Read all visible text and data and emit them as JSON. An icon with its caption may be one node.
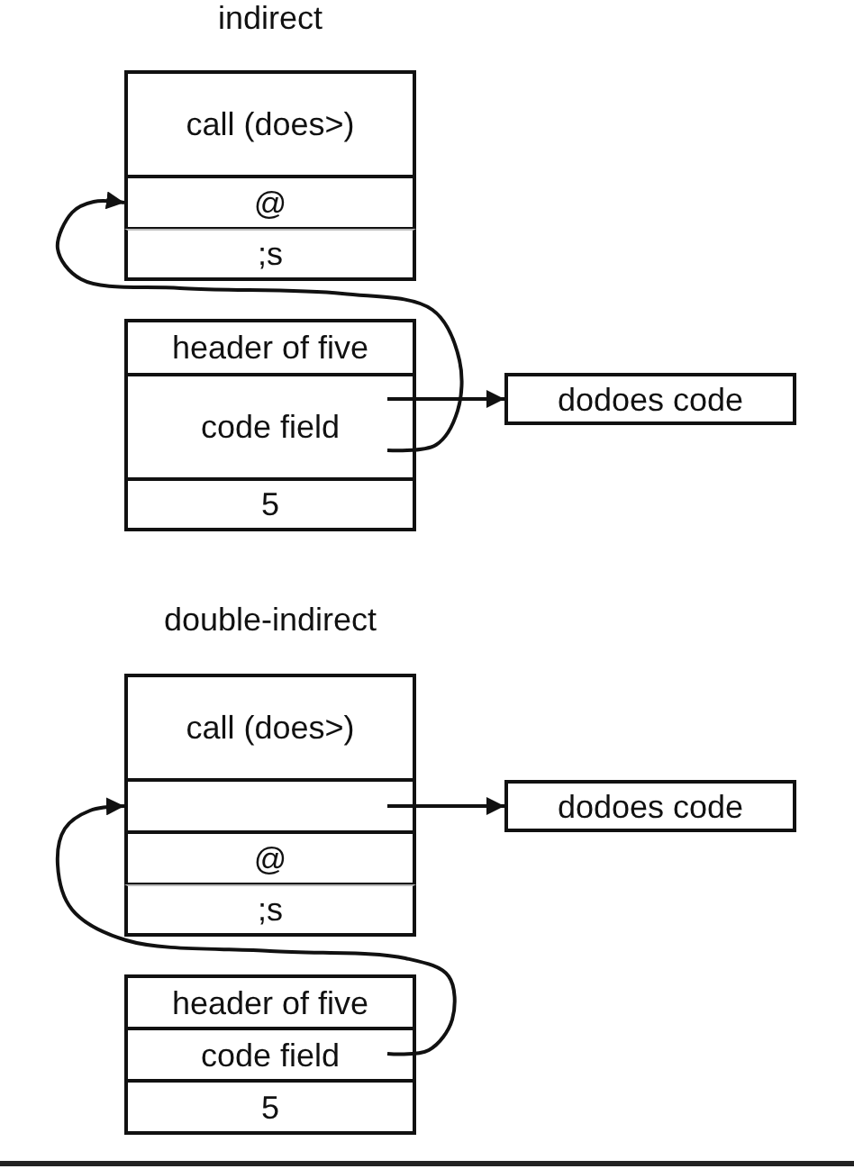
{
  "diagram": {
    "nodes": [
      {
        "text": [
          "call (does>)"
        ]
      },
      {
        "text": [
          "@"
        ]
      },
      {
        "text": [
          ";s"
        ]
      },
      {
        "text": [
          "header of five"
        ]
      },
      {
        "text": [
          "code field"
        ]
      },
      {
        "text": [
          "5"
        ]
      },
      {
        "text": [
          "dodoes code"
        ]
      },
      {
        "text": [
          "call (does>)"
        ]
      },
      {
        "text": [],
        "shape": "box"
      },
      {
        "text": [
          "@"
        ]
      },
      {
        "text": [
          ";s"
        ]
      },
      {
        "text": [
          "header of five"
        ]
      },
      {
        "text": [
          "code field"
        ]
      },
      {
        "text": [
          "5"
        ]
      },
      {
        "text": [
          "dodoes code"
        ]
      }
    ],
    "edges": [
      {
        "from": 4,
        "to": 6,
        "arrow": "to"
      },
      {
        "from": 4,
        "to": 1,
        "arrow": "to"
      },
      {
        "from": 8,
        "to": 14,
        "arrow": "to"
      },
      {
        "from": 12,
        "to": 8,
        "arrow": "to"
      }
    ],
    "labels": [
      "indirect",
      "double-indirect"
    ]
  }
}
